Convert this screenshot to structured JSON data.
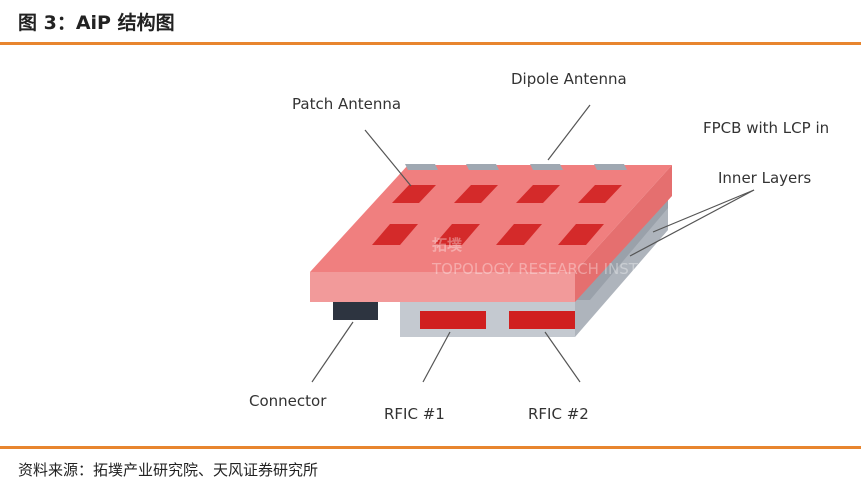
{
  "header": {
    "title": "图 3：AiP 结构图"
  },
  "diagram": {
    "labels": {
      "dipole": "Dipole Antenna",
      "patch": "Patch Antenna",
      "fpcb_line1": "FPCB with LCP in",
      "fpcb_line2": "Inner Layers",
      "connector": "Connector",
      "rfic1": "RFIC #1",
      "rfic2": "RFIC #2"
    },
    "watermark": {
      "main": "拓墣",
      "sub": "TOPOLOGY RESEARCH INSTITUTE"
    },
    "colors": {
      "board_top": "#f07f7f",
      "board_front": "#f29a9a",
      "board_side": "#e56f6f",
      "patch": "#d42a2a",
      "dipole": "#9fa8b2",
      "fpcb": "#b9bec6",
      "connector": "#2d3440",
      "rfic": "#d01f1f"
    }
  },
  "footer": {
    "source": "资料来源：拓墣产业研究院、天风证券研究所"
  }
}
